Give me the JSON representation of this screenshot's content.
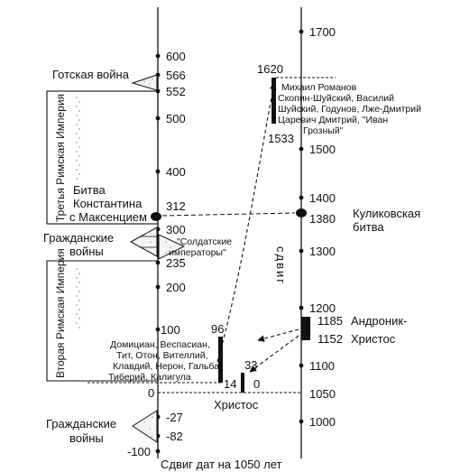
{
  "left_axis": {
    "ticks": [
      "600",
      "566",
      "552",
      "500",
      "400",
      "312",
      "300",
      "235",
      "200",
      "100",
      "0",
      "-27",
      "-82",
      "-100"
    ],
    "extra_marks": [
      "96",
      "14",
      "33",
      "0"
    ]
  },
  "right_axis": {
    "ticks": [
      "1700",
      "1620",
      "1533",
      "1500",
      "1400",
      "1380",
      "1300",
      "1200",
      "1185",
      "1152",
      "1100",
      "1050",
      "1000"
    ]
  },
  "events": {
    "gothic_war": "Готская война",
    "battle_constantine": [
      "Битва",
      "Константина",
      "с Максенцием"
    ],
    "civil_wars_1": [
      "Гражданские",
      "войны"
    ],
    "civil_wars_2": [
      "Гражданские",
      "войны"
    ],
    "soldier_emperors": [
      "\"Солдатские",
      "императоры\""
    ],
    "kulikovo": [
      "Куликовская",
      "битва"
    ],
    "andronikos": [
      "Андроник-",
      "Христос"
    ],
    "christ": "Христос"
  },
  "empires": {
    "third_roman": "Третья Римская Империя",
    "second_roman": "Вторая Римская Империя"
  },
  "rulers_right": [
    "Михаил Романов",
    "Скопин-Шуйский, Василий",
    "Шуйский, Годунов, Лже-Дмитрий",
    "Царевич Дмитрий, \"Иван",
    "Грозный\""
  ],
  "rulers_left": [
    "Домициан, Веспасиан,",
    "Тит, Отон, Вителлий,",
    "Клавдий, Нерон, Гальба,",
    "Тиберий, Калигула"
  ],
  "shift_label": "сдвиг",
  "caption": "Сдвиг дат на 1050 лет",
  "colors": {
    "ink": "#111111",
    "hatch": "#9a9a9a"
  }
}
